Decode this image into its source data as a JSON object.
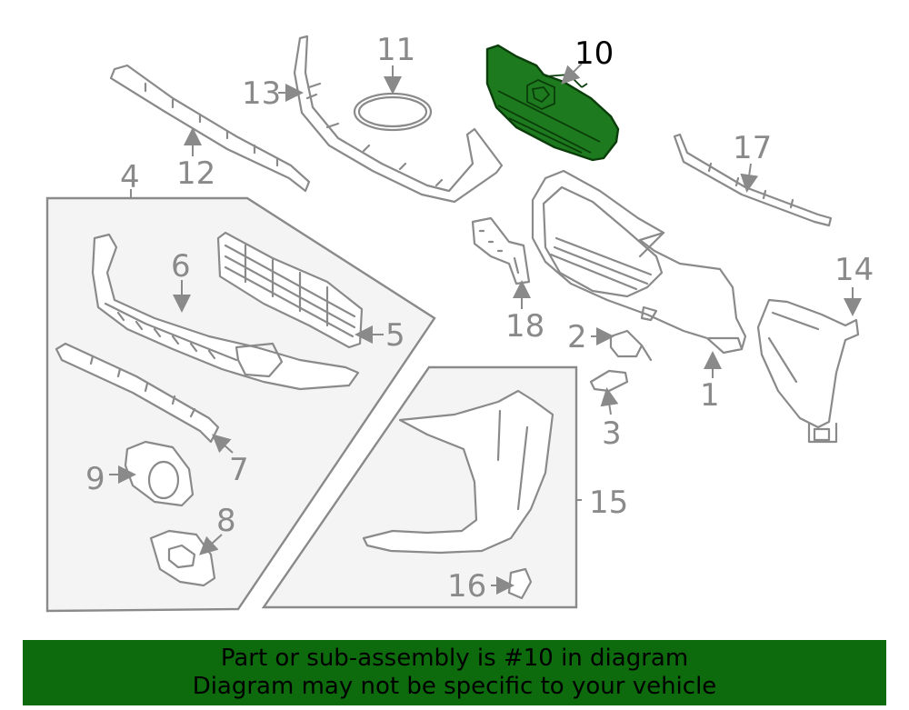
{
  "diagram": {
    "highlighted_part": "10",
    "highlight_color": "#1e7a1e",
    "callouts": {
      "c1": "1",
      "c2": "2",
      "c3": "3",
      "c4": "4",
      "c5": "5",
      "c6": "6",
      "c7": "7",
      "c8": "8",
      "c9": "9",
      "c10": "10",
      "c11": "11",
      "c12": "12",
      "c13": "13",
      "c14": "14",
      "c15": "15",
      "c16": "16",
      "c17": "17",
      "c18": "18"
    }
  },
  "banner": {
    "line1": "Part or sub-assembly is #10 in diagram",
    "line2": "Diagram may not be specific to your vehicle",
    "background": "#0d6b0d"
  }
}
